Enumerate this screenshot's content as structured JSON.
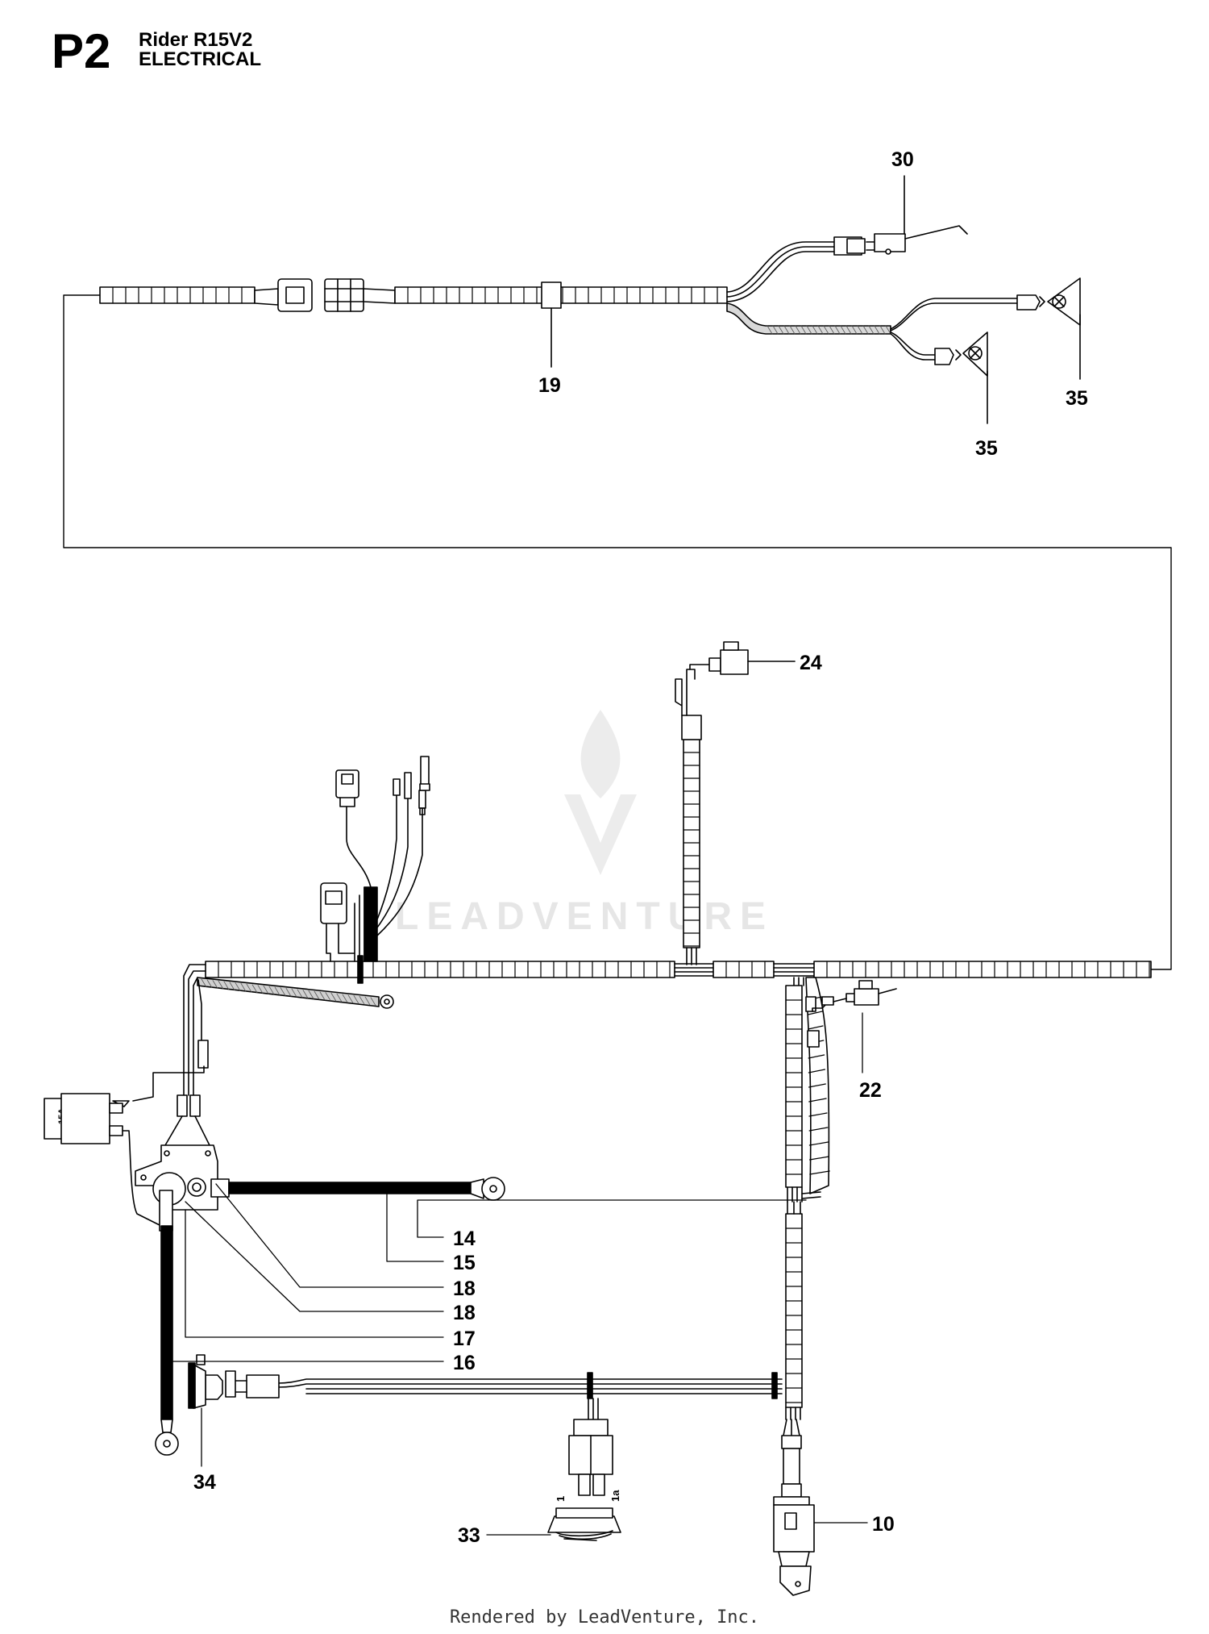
{
  "header": {
    "page_code": "P2",
    "model": "Rider R15V2",
    "section": "ELECTRICAL"
  },
  "watermark": "LEADVENTURE",
  "fuse_label": "15A",
  "connector_labels": [
    "1",
    "1a"
  ],
  "callouts": [
    "30",
    "19",
    "35",
    "35",
    "24",
    "22",
    "14",
    "15",
    "18",
    "18",
    "17",
    "16",
    "34",
    "33",
    "10"
  ],
  "footer": "Rendered by LeadVenture, Inc."
}
